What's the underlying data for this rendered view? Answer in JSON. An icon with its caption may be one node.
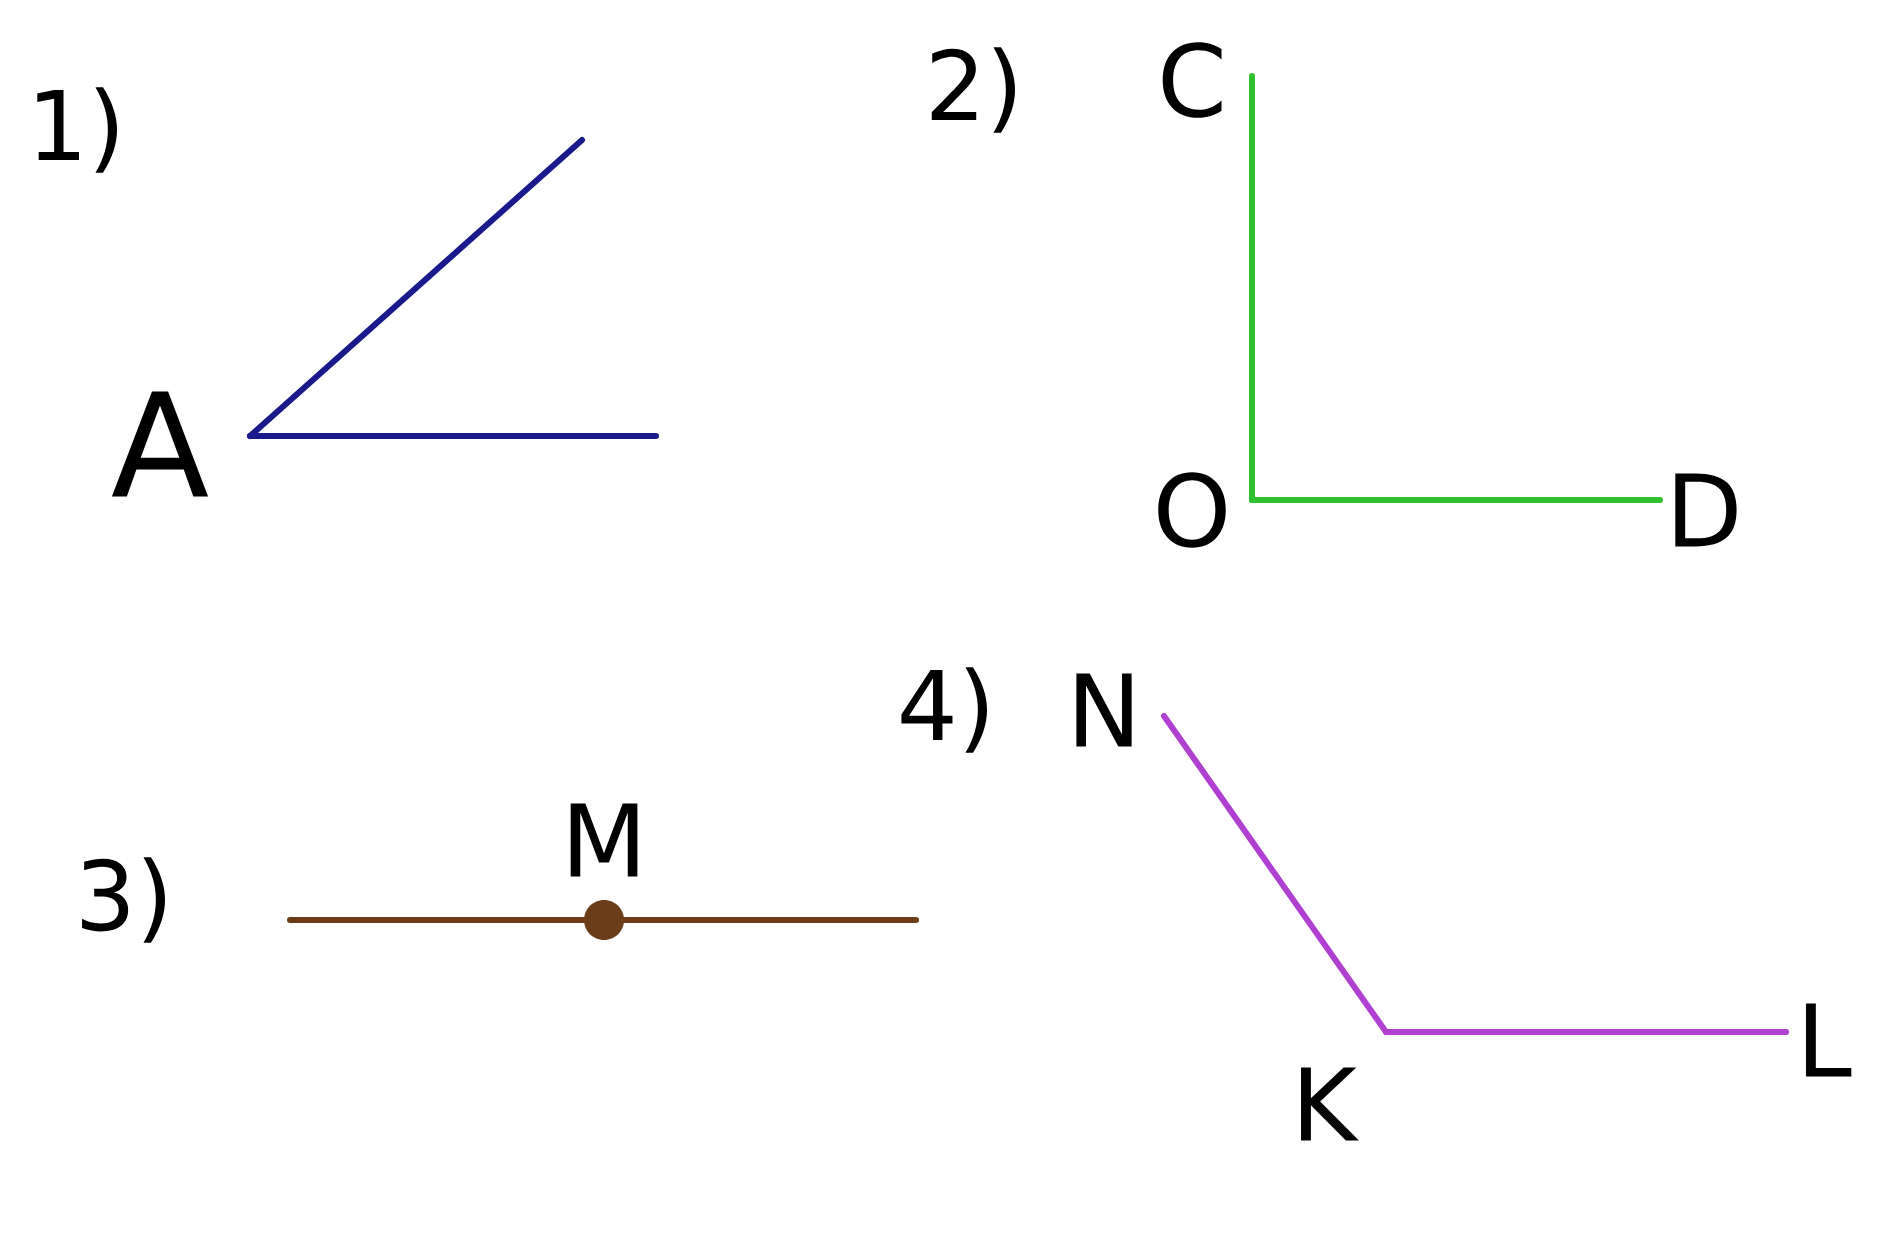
{
  "diagram": {
    "nodes": [
      {
        "text": [
          "A"
        ]
      },
      {
        "text": [
          "C"
        ]
      },
      {
        "text": [
          "O"
        ]
      },
      {
        "text": [
          "D"
        ]
      },
      {
        "text": [
          "M"
        ]
      },
      {
        "text": [
          "N"
        ]
      },
      {
        "text": [
          "K"
        ]
      },
      {
        "text": [
          "L"
        ]
      }
    ],
    "edges": [
      {
        "from": 0,
        "to": null,
        "arrow": "none",
        "color": "#1a1a8c"
      },
      {
        "from": 0,
        "to": null,
        "arrow": "none",
        "color": "#1a1a8c"
      },
      {
        "from": 1,
        "to": 2,
        "arrow": "none",
        "color": "#2ec02e"
      },
      {
        "from": 2,
        "to": 3,
        "arrow": "none",
        "color": "#2ec02e"
      },
      {
        "from": 4,
        "to": null,
        "arrow": "none",
        "color": "#6b3e17"
      },
      {
        "from": 4,
        "to": null,
        "arrow": "none",
        "color": "#6b3e17"
      },
      {
        "from": 5,
        "to": 6,
        "arrow": "none",
        "color": "#b040d0"
      },
      {
        "from": 6,
        "to": 7,
        "arrow": "none",
        "color": "#b040d0"
      }
    ],
    "labels": [
      "1)",
      "2)",
      "3)",
      "4)"
    ]
  }
}
